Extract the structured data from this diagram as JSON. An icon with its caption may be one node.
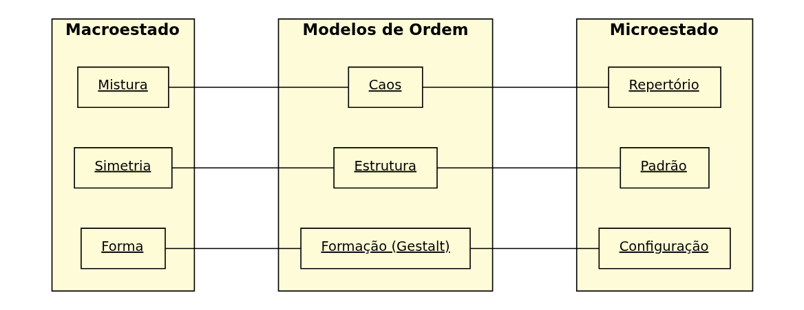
{
  "diagram": {
    "nodes": [
      {
        "text": [
          "Macroestado"
        ]
      },
      {
        "text": [
          "Mistura"
        ],
        "in": 0
      },
      {
        "text": [
          "Simetria"
        ],
        "in": 0
      },
      {
        "text": [
          "Forma"
        ],
        "in": 0
      },
      {
        "text": [
          "Modelos de Ordem"
        ]
      },
      {
        "text": [
          "Caos"
        ],
        "in": 4
      },
      {
        "text": [
          "Estrutura"
        ],
        "in": 4
      },
      {
        "text": [
          "Formação (Gestalt)"
        ],
        "in": 4
      },
      {
        "text": [
          "Microestado"
        ]
      },
      {
        "text": [
          "Repertório"
        ],
        "in": 8
      },
      {
        "text": [
          "Padrão"
        ],
        "in": 8
      },
      {
        "text": [
          "Configuração"
        ],
        "in": 8
      }
    ],
    "edges": [
      {
        "from": 1,
        "to": 5,
        "arrow": "none"
      },
      {
        "from": 5,
        "to": 9,
        "arrow": "none"
      },
      {
        "from": 2,
        "to": 6,
        "arrow": "none"
      },
      {
        "from": 6,
        "to": 10,
        "arrow": "none"
      },
      {
        "from": 3,
        "to": 7,
        "arrow": "none"
      },
      {
        "from": 7,
        "to": 11,
        "arrow": "none"
      }
    ]
  }
}
